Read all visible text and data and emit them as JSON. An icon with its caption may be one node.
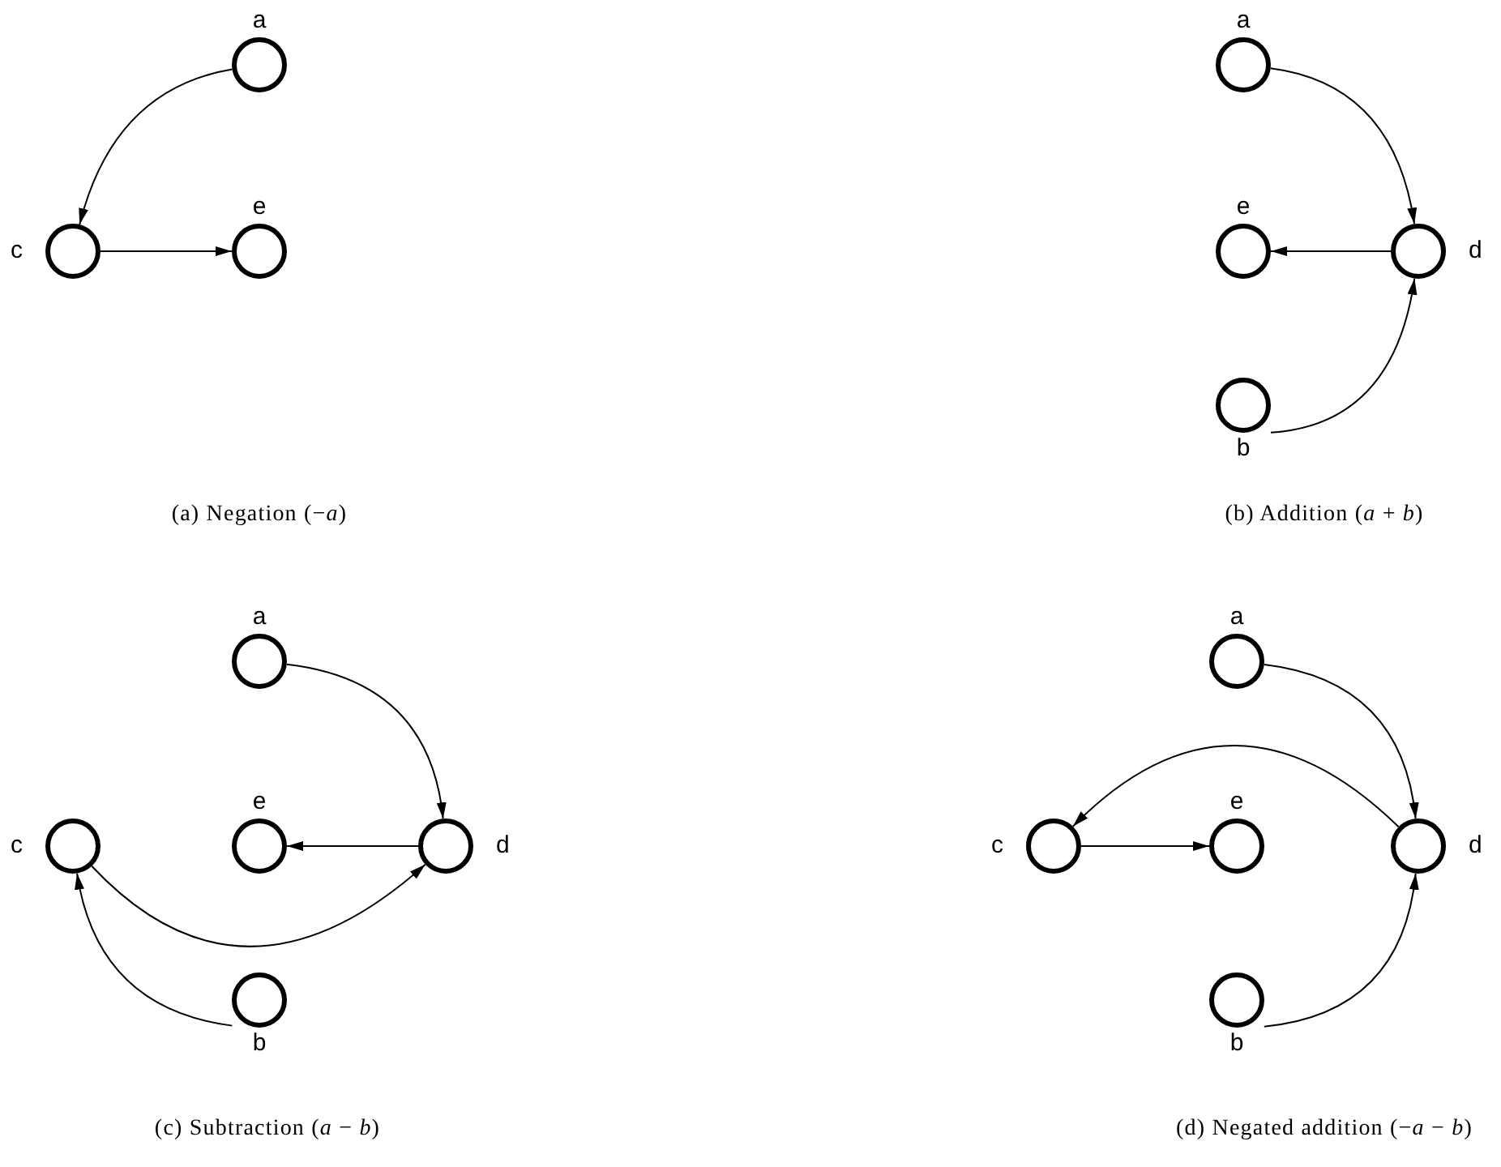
{
  "diagram": {
    "nodes": [
      {
        "text": [
          "a"
        ]
      },
      {
        "text": [
          "c"
        ]
      },
      {
        "text": [
          "e"
        ]
      },
      {
        "text": [
          "a"
        ]
      },
      {
        "text": [
          "e"
        ]
      },
      {
        "text": [
          "d"
        ]
      },
      {
        "text": [
          "b"
        ]
      },
      {
        "text": [
          "a"
        ]
      },
      {
        "text": [
          "c"
        ]
      },
      {
        "text": [
          "e"
        ]
      },
      {
        "text": [
          "d"
        ]
      },
      {
        "text": [
          "b"
        ]
      },
      {
        "text": [
          "a"
        ]
      },
      {
        "text": [
          "c"
        ]
      },
      {
        "text": [
          "e"
        ]
      },
      {
        "text": [
          "d"
        ]
      },
      {
        "text": [
          "b"
        ]
      }
    ],
    "edges": [
      {
        "from": 0,
        "to": 1,
        "arrow": "to"
      },
      {
        "from": 1,
        "to": 2,
        "arrow": "to"
      },
      {
        "from": 3,
        "to": 5,
        "arrow": "to"
      },
      {
        "from": 5,
        "to": 4,
        "arrow": "to"
      },
      {
        "from": 6,
        "to": 5,
        "arrow": "to"
      },
      {
        "from": 7,
        "to": 10,
        "arrow": "to"
      },
      {
        "from": 10,
        "to": 9,
        "arrow": "to"
      },
      {
        "from": 8,
        "to": 10,
        "arrow": "to"
      },
      {
        "from": 11,
        "to": 8,
        "arrow": "to"
      },
      {
        "from": 12,
        "to": 15,
        "arrow": "to"
      },
      {
        "from": 15,
        "to": 13,
        "arrow": "to"
      },
      {
        "from": 13,
        "to": 14,
        "arrow": "to"
      },
      {
        "from": 16,
        "to": 15,
        "arrow": "to"
      }
    ],
    "labels": [
      "(a) Negation (−*a*)",
      "(b) Addition (*a* + *b*)",
      "(c) Subtraction (*a* − *b*)",
      "(d) Negated addition (−*a* − *b*)"
    ]
  }
}
